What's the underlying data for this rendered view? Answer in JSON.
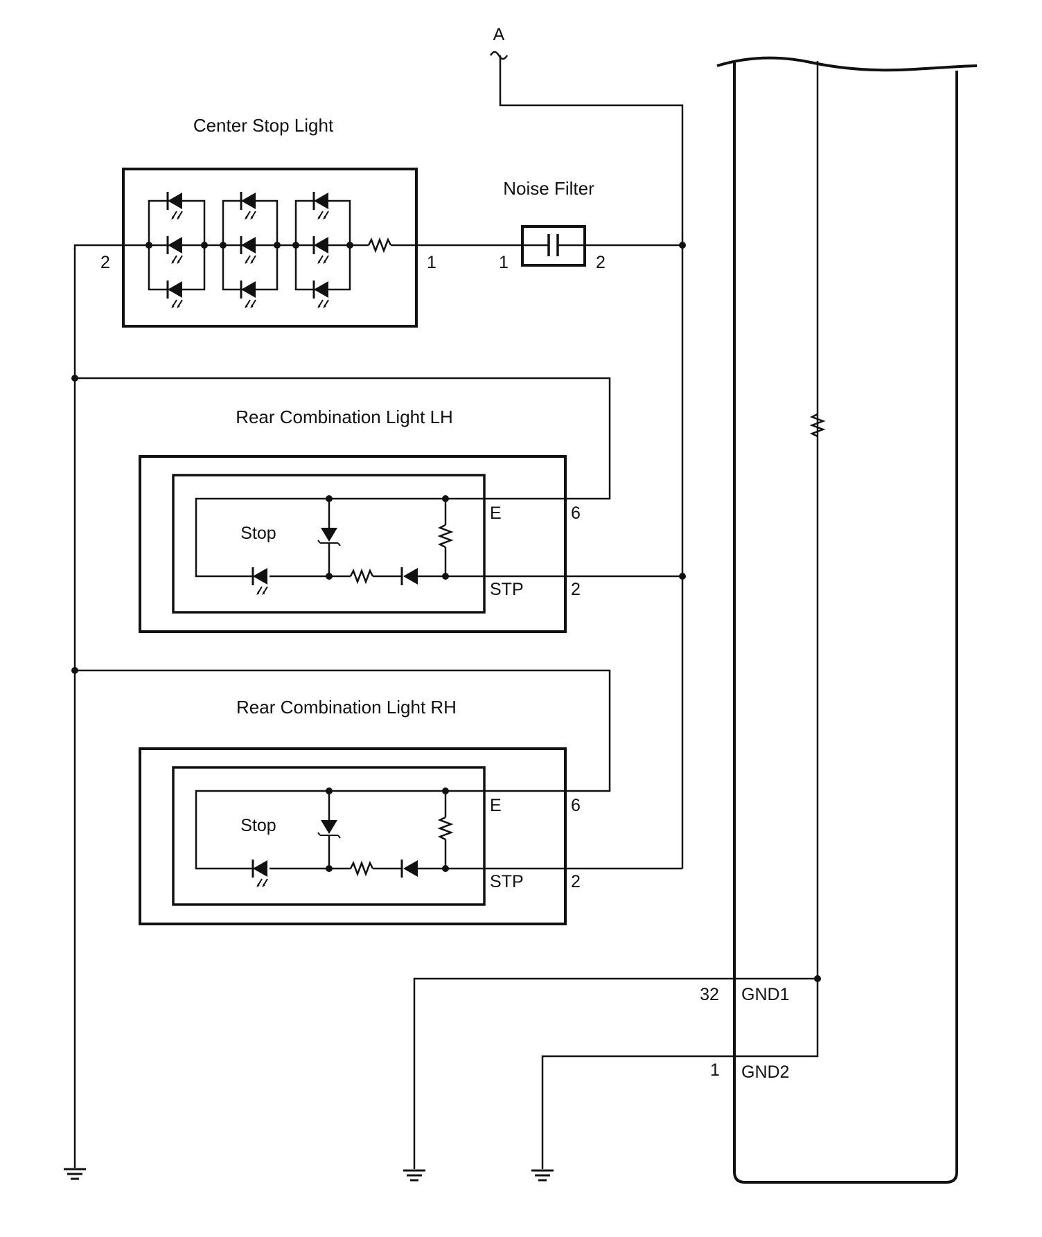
{
  "connector_a": "A",
  "center_stop_light": {
    "title": "Center Stop Light",
    "pin_left": "2",
    "pin_right": "1"
  },
  "noise_filter": {
    "title": "Noise Filter",
    "pin_left": "1",
    "pin_right": "2"
  },
  "rear_lh": {
    "title": "Rear Combination Light LH",
    "inner_label": "Stop",
    "term_e": "E",
    "term_stp": "STP",
    "pin_e": "6",
    "pin_stp": "2"
  },
  "rear_rh": {
    "title": "Rear Combination Light RH",
    "inner_label": "Stop",
    "term_e": "E",
    "term_stp": "STP",
    "pin_e": "6",
    "pin_stp": "2"
  },
  "ecu": {
    "gnd1_pin": "32",
    "gnd1_label": "GND1",
    "gnd2_pin": "1",
    "gnd2_label": "GND2"
  }
}
